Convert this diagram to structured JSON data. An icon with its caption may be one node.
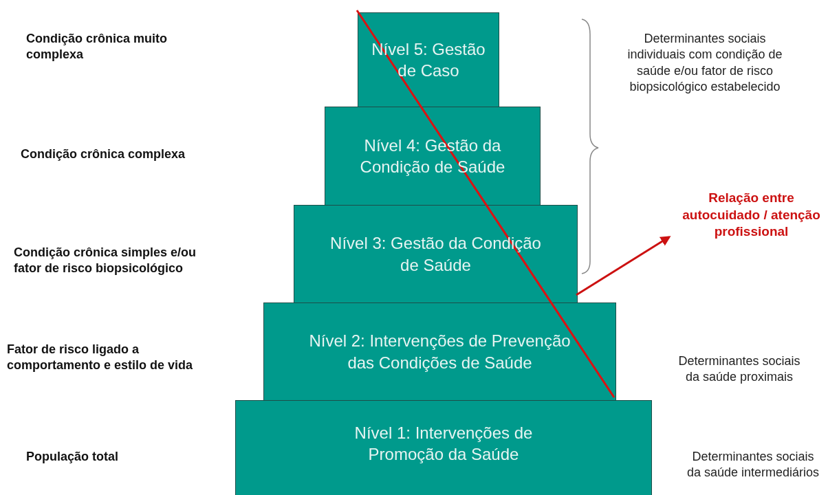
{
  "diagram": {
    "nodes": [
      {
        "text": [
          "Nível 5: Gestão de Caso"
        ]
      },
      {
        "text": [
          "Nível 4: Gestão da Condição de Saúde"
        ]
      },
      {
        "text": [
          "Nível 3: Gestão da Condição de Saúde"
        ]
      },
      {
        "text": [
          "Nível 2: Intervenções de Prevenção das Condições de Saúde"
        ]
      },
      {
        "text": [
          "Nível 1: Intervenções de Promoção da Saúde"
        ]
      },
      {
        "text": [
          "Relação entre autocuidado / atenção profissional"
        ]
      }
    ],
    "edges": [
      {
        "from": 2,
        "to": 5,
        "arrow": "to",
        "color": "#cc1111"
      }
    ],
    "labels": [
      "Condição crônica muito complexa",
      "Determinantes sociais individuais com condição de saúde e/ou fator de risco biopsicológico estabelecido",
      "Condição crônica complexa",
      "Condição crônica simples e/ou fator de risco biopsicológico",
      "Fator de risco ligado a comportamento e estilo de vida",
      "Determinantes sociais da saúde proximais",
      "População total",
      "Determinantes sociais da saúde intermediários"
    ]
  }
}
